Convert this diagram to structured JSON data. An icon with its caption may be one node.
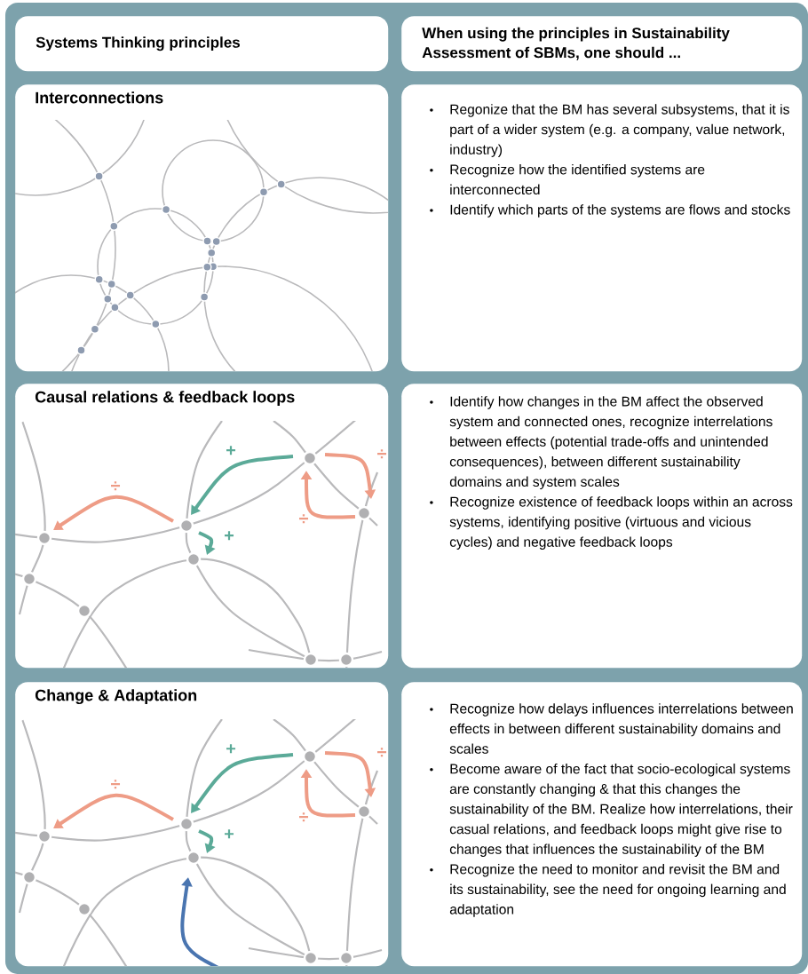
{
  "diagram": {
    "nodes": [
      {
        "text": [
          "Systems Thinking principles"
        ]
      },
      {
        "text": [
          "When using the principles in Sustainability Assessment of SBMs, one should ..."
        ]
      },
      {
        "text": [
          "Interconnections"
        ]
      },
      {
        "text": [
          "Regonize that the BM has several subsystems, that it is part of a wider system (e.g. a company, value network, industry)",
          "Recognize how the identified systems are interconnected",
          "Identify which parts of the systems are flows and stocks"
        ]
      },
      {
        "text": [
          "Causal relations & feedback loops"
        ]
      },
      {
        "text": [
          "Identify how changes in the BM affect the observed system and connected ones, recognize interrelations between effects (potential trade-offs and unintended consequences), between different sustainability domains and system scales",
          "Recognize existence of feedback loops within an across systems, identifying positive (virtuous and vicious cycles) and negative feedback loops"
        ]
      },
      {
        "text": [
          "Change & Adaptation"
        ]
      },
      {
        "text": [
          "Recognize how delays influences interrelations between effects in between different sustainability domains and scales",
          "Become aware of the fact that socio-ecological systems are constantly changing & that this changes the sustainability of the BM. Realize how interrelations, their casual relations, and feedback loops might give rise to changes that influences the sustainability of the BM",
          "Recognize the need to monitor and revisit the BM and its sustainability, see the need for ongoing learning and adaptation"
        ]
      }
    ],
    "labels": [
      "+",
      "÷",
      "÷",
      "+",
      "÷",
      "+",
      "÷",
      "÷",
      "+",
      "÷"
    ]
  }
}
